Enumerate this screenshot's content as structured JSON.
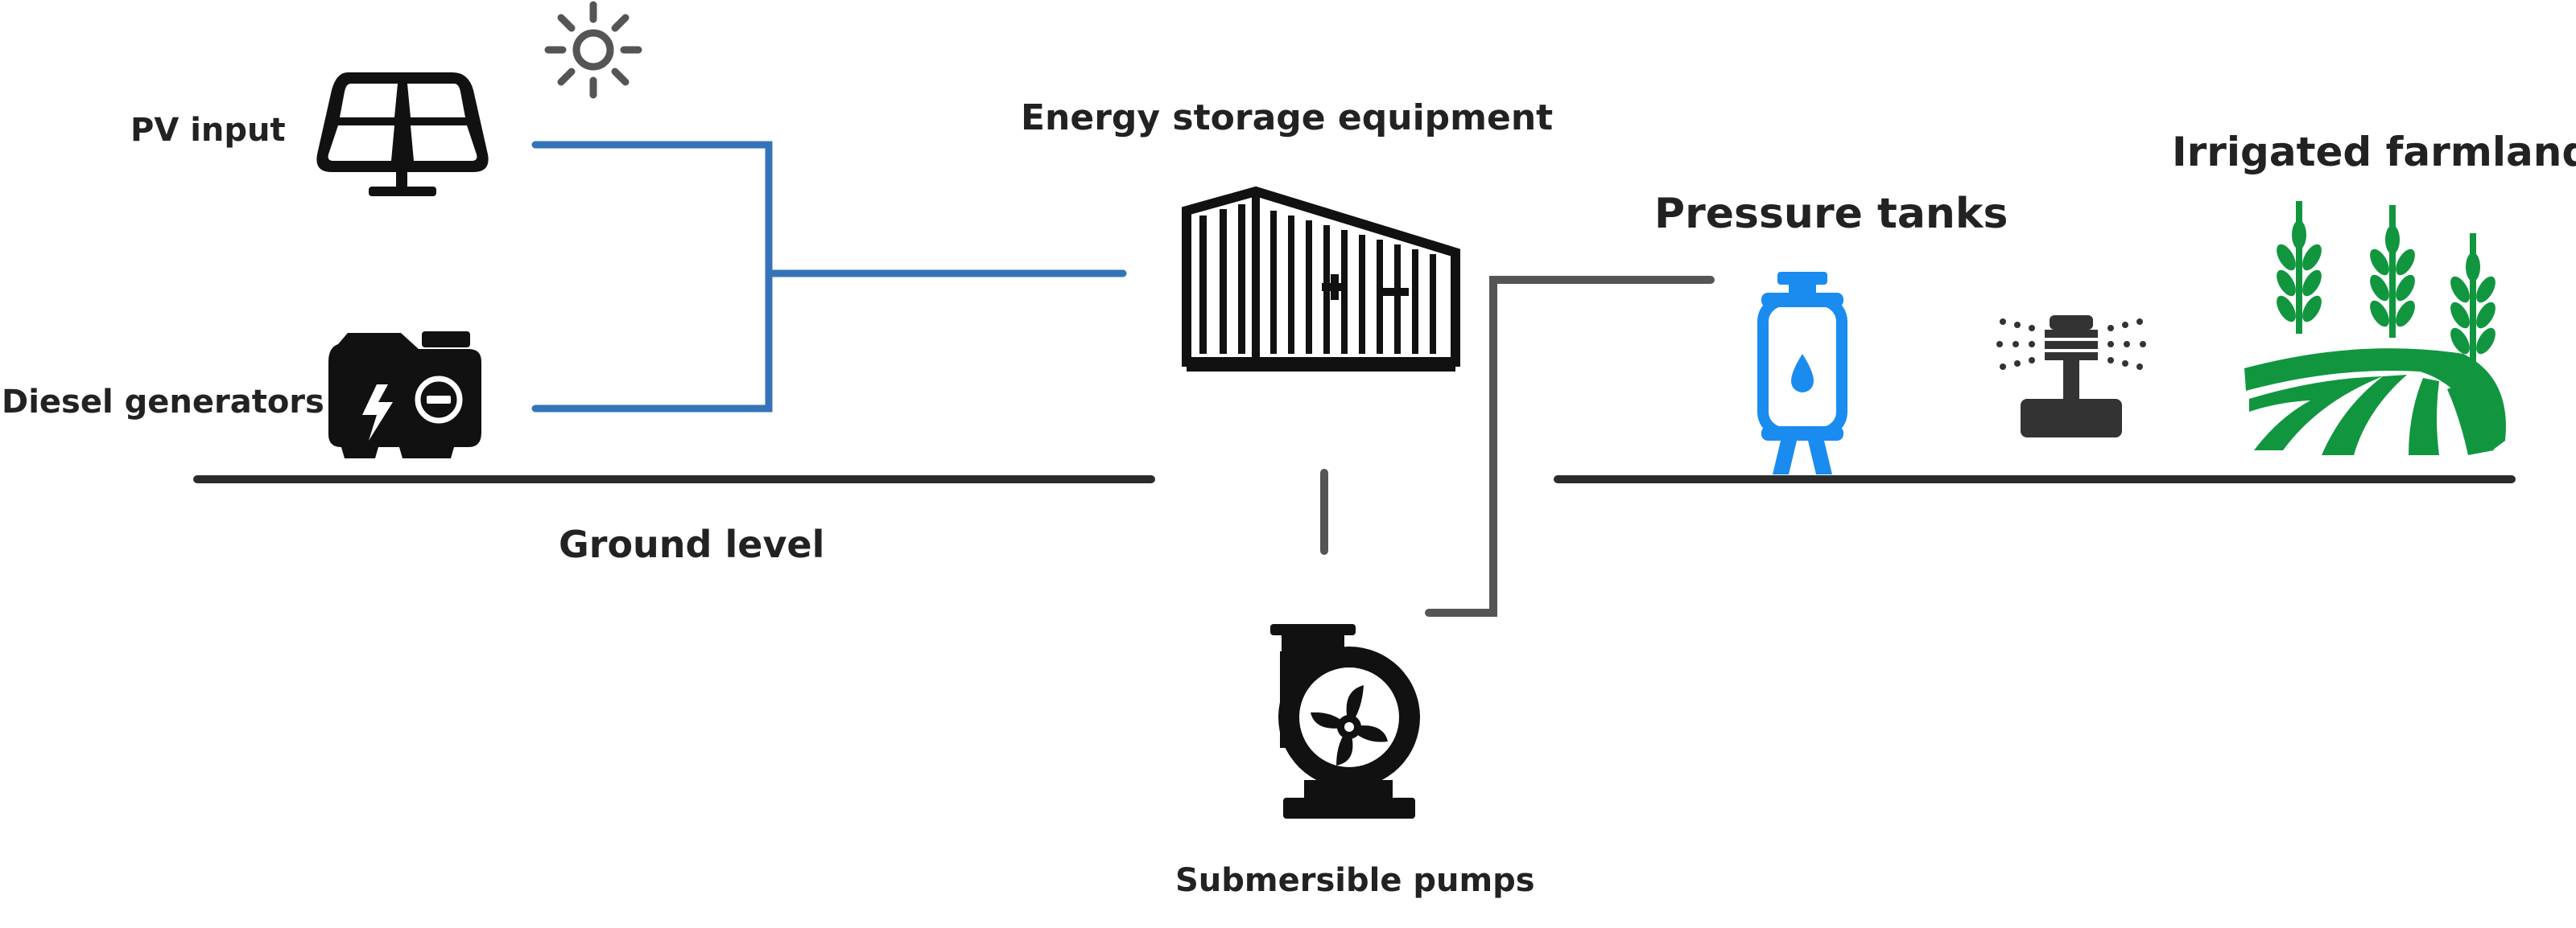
{
  "labels": {
    "pv_input": "PV input",
    "diesel_generators": "Diesel generators",
    "energy_storage": "Energy storage equipment",
    "pressure_tanks": "Pressure tanks",
    "irrigated_farmland": "Irrigated farmland",
    "ground_level": "Ground level",
    "submersible_pumps": "Submersible pumps"
  },
  "icons": {
    "sun": "sun-icon",
    "solar_panel": "solar-panel-icon",
    "generator": "generator-icon",
    "battery_container": "battery-container-icon",
    "pressure_tank": "pressure-tank-icon",
    "sprinkler": "sprinkler-icon",
    "farmland": "farmland-icon",
    "pump": "pump-icon"
  },
  "colors": {
    "power_line": "#3473b8",
    "water_pipe": "#555555",
    "ground": "#2b2b2b",
    "tank": "#1a8cf0",
    "crops": "#11963f",
    "icon": "#111111"
  }
}
